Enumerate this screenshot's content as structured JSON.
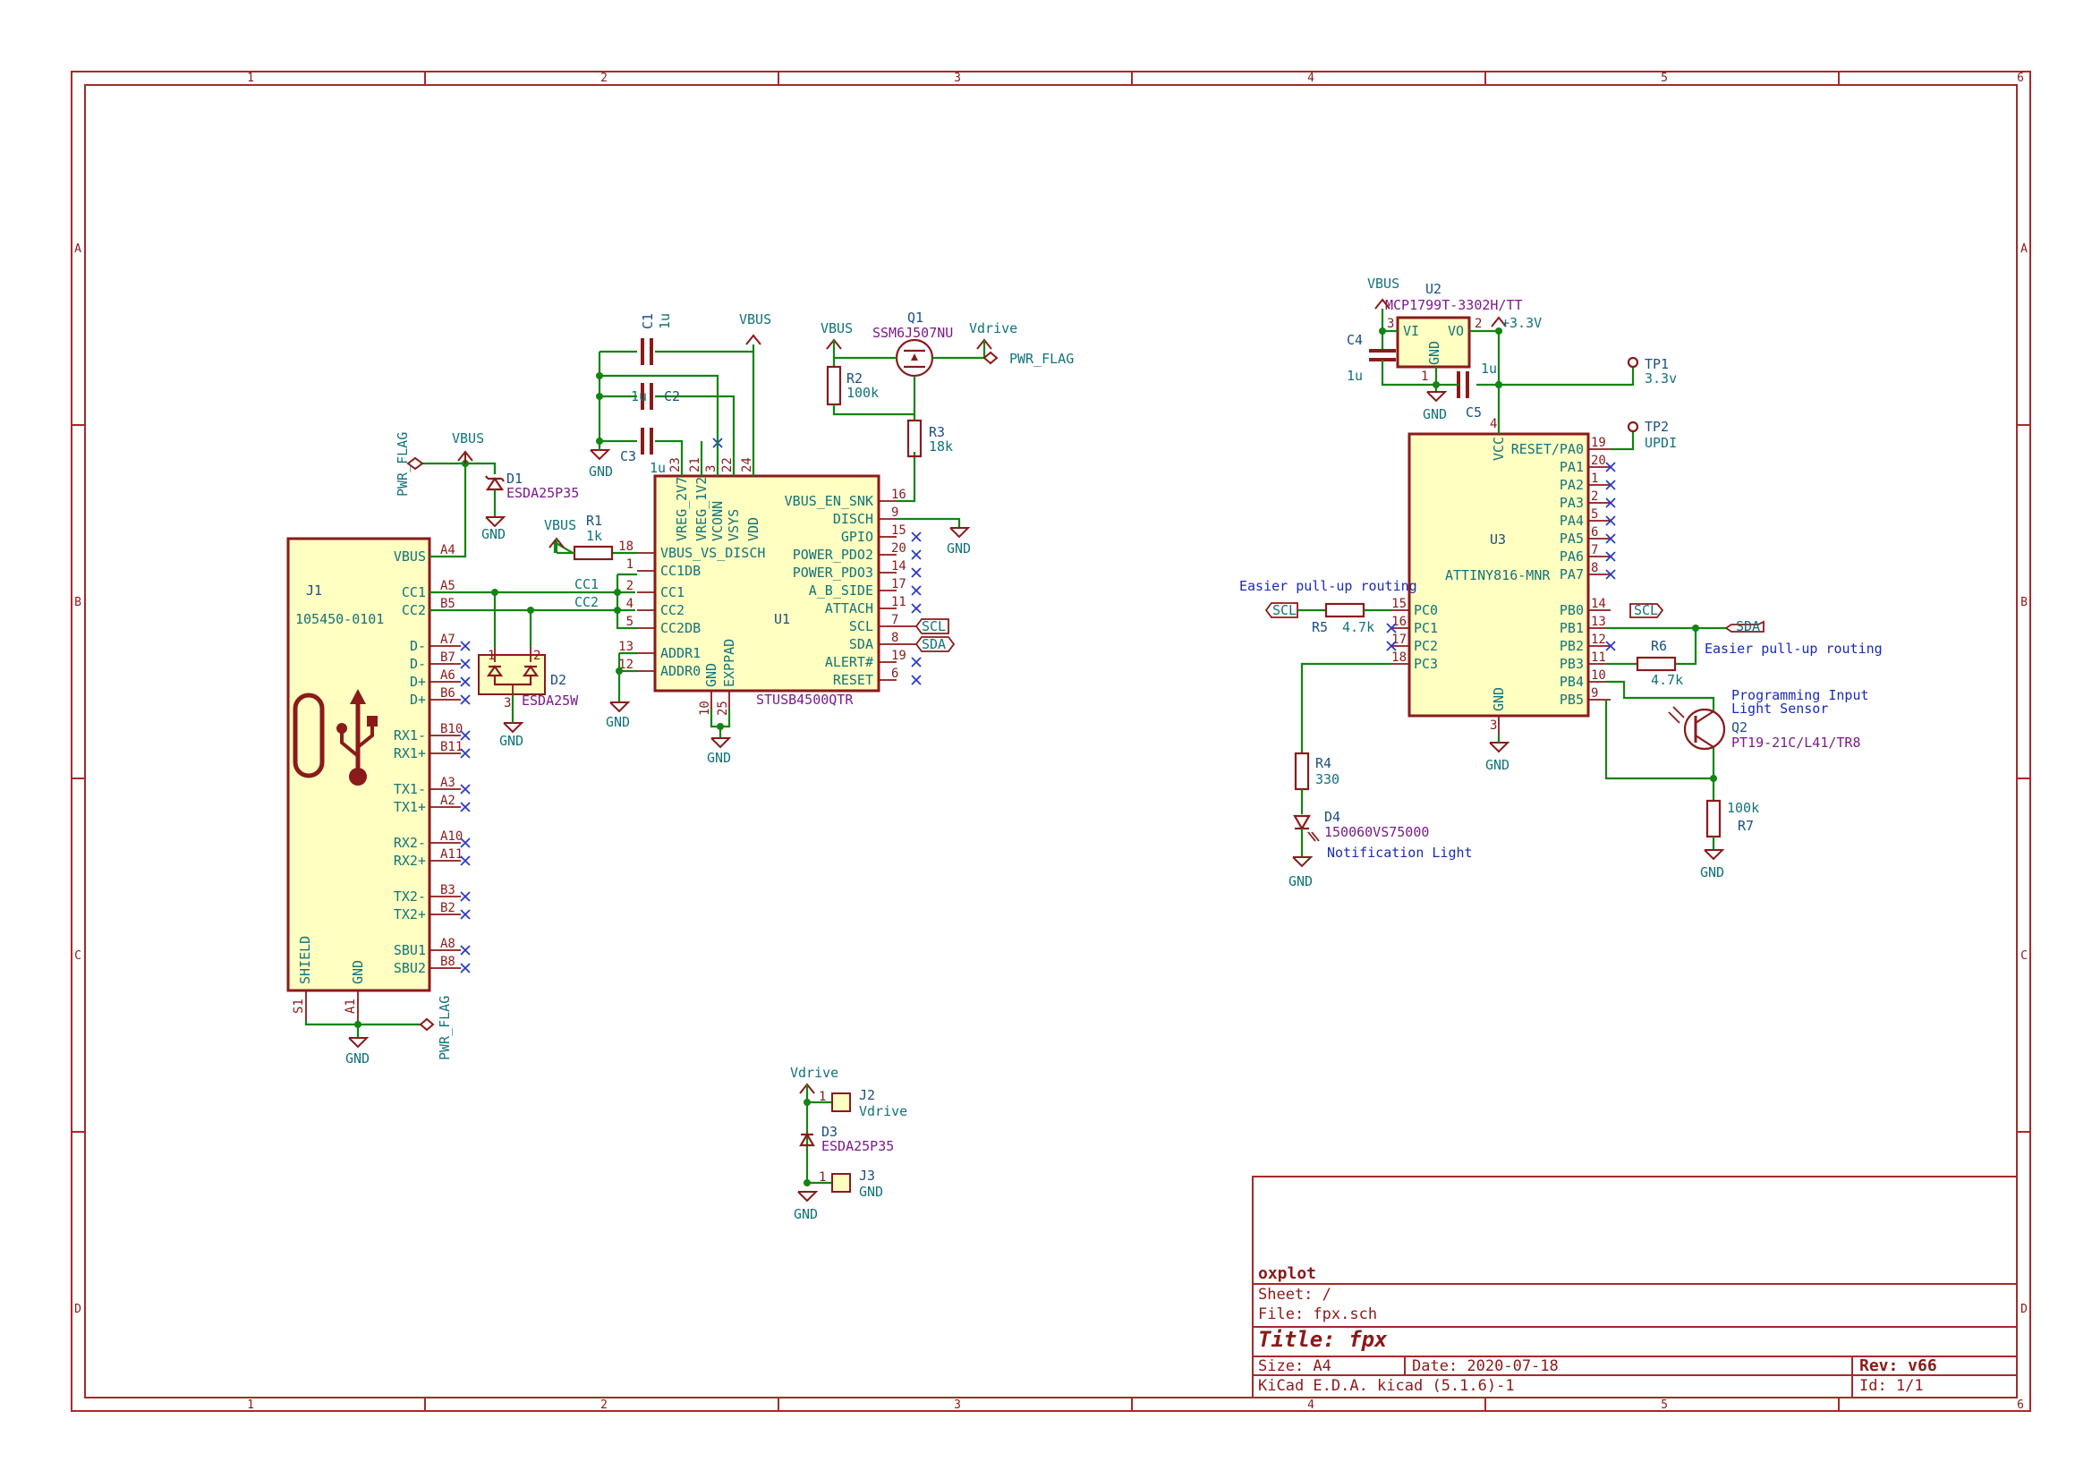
{
  "frame": {
    "columns": [
      "1",
      "2",
      "3",
      "4",
      "5",
      "6"
    ],
    "rows": [
      "A",
      "B",
      "C",
      "D"
    ]
  },
  "title_block": {
    "company": "oxplot",
    "sheet": "Sheet: /",
    "file": "File: fpx.sch",
    "title": "Title: fpx",
    "size": "Size: A4",
    "date": "Date: 2020-07-18",
    "rev": "Rev: v66",
    "tool": "KiCad E.D.A.  kicad (5.1.6)-1",
    "id": "Id: 1/1"
  },
  "power": {
    "vbus": "VBUS",
    "gnd": "GND",
    "vdrive": "Vdrive",
    "v33": "+3.3V",
    "pwr_flag": "PWR_FLAG"
  },
  "nets": {
    "cc1": "CC1",
    "cc2": "CC2",
    "scl": "SCL",
    "sda": "SDA"
  },
  "components": {
    "J1": {
      "ref": "J1",
      "value": "105450-0101",
      "pins_left": [
        {
          "name": "VBUS",
          "num": "A4"
        },
        {
          "name": "CC1",
          "num": "A5"
        },
        {
          "name": "CC2",
          "num": "B5"
        },
        {
          "name": "D-",
          "num": "A7"
        },
        {
          "name": "D-",
          "num": "B7"
        },
        {
          "name": "D+",
          "num": "A6"
        },
        {
          "name": "D+",
          "num": "B6"
        },
        {
          "name": "RX1-",
          "num": "B10"
        },
        {
          "name": "RX1+",
          "num": "B11"
        },
        {
          "name": "TX1-",
          "num": "A3"
        },
        {
          "name": "TX1+",
          "num": "A2"
        },
        {
          "name": "RX2-",
          "num": "A10"
        },
        {
          "name": "RX2+",
          "num": "A11"
        },
        {
          "name": "TX2-",
          "num": "B3"
        },
        {
          "name": "TX2+",
          "num": "B2"
        },
        {
          "name": "SBU1",
          "num": "A8"
        },
        {
          "name": "SBU2",
          "num": "B8"
        }
      ],
      "shield": "SHIELD",
      "gnd": "GND",
      "s1": "S1",
      "a1": "A1"
    },
    "D1": {
      "ref": "D1",
      "value": "ESDA25P35"
    },
    "D2": {
      "ref": "D2",
      "value": "ESDA25W",
      "pins": [
        "1",
        "2",
        "3"
      ]
    },
    "D3": {
      "ref": "D3",
      "value": "ESDA25P35"
    },
    "D4": {
      "ref": "D4",
      "value": "150060VS75000",
      "note": "Notification Light"
    },
    "R1": {
      "ref": "R1",
      "value": "1k"
    },
    "R2": {
      "ref": "R2",
      "value": "100k"
    },
    "R3": {
      "ref": "R3",
      "value": "18k"
    },
    "R4": {
      "ref": "R4",
      "value": "330"
    },
    "R5": {
      "ref": "R5",
      "value": "4.7k"
    },
    "R6": {
      "ref": "R6",
      "value": "4.7k"
    },
    "R7": {
      "ref": "R7",
      "value": "100k"
    },
    "C1": {
      "ref": "C1",
      "value": "1u"
    },
    "C2": {
      "ref": "C2",
      "value": "1u"
    },
    "C3": {
      "ref": "C3",
      "value": "1u"
    },
    "C4": {
      "ref": "C4",
      "value": "1u"
    },
    "C5": {
      "ref": "C5",
      "value": "1u"
    },
    "Q1": {
      "ref": "Q1",
      "value": "SSM6J507NU"
    },
    "Q2": {
      "ref": "Q2",
      "value": "PT19-21C/L41/TR8",
      "note1": "Programming Input",
      "note2": "Light Sensor"
    },
    "U1": {
      "ref": "U1",
      "value": "STUSB4500QTR",
      "top_pins": [
        {
          "name": "VREG_2V7",
          "num": "23"
        },
        {
          "name": "VREG_1V2",
          "num": "21"
        },
        {
          "name": "VCONN",
          "num": "3"
        },
        {
          "name": "VSYS",
          "num": "22"
        },
        {
          "name": "VDD",
          "num": "24"
        }
      ],
      "left_pins": [
        {
          "name": "VBUS_VS_DISCH",
          "num": "18"
        },
        {
          "name": "CC1DB",
          "num": "1"
        },
        {
          "name": "CC1",
          "num": "2"
        },
        {
          "name": "CC2",
          "num": "4"
        },
        {
          "name": "CC2DB",
          "num": "5"
        },
        {
          "name": "ADDR1",
          "num": "13"
        },
        {
          "name": "ADDR0",
          "num": "12"
        }
      ],
      "right_pins": [
        {
          "name": "VBUS_EN_SNK",
          "num": "16"
        },
        {
          "name": "DISCH",
          "num": "9"
        },
        {
          "name": "GPIO",
          "num": "15"
        },
        {
          "name": "POWER_PDO2",
          "num": "20"
        },
        {
          "name": "POWER_PDO3",
          "num": "14"
        },
        {
          "name": "A_B_SIDE",
          "num": "17"
        },
        {
          "name": "ATTACH",
          "num": "11"
        },
        {
          "name": "SCL",
          "num": "7"
        },
        {
          "name": "SDA",
          "num": "8"
        },
        {
          "name": "ALERT#",
          "num": "19"
        },
        {
          "name": "RESET",
          "num": "6"
        }
      ],
      "bottom_pins": [
        {
          "name": "GND",
          "num": "10"
        },
        {
          "name": "EXPPAD",
          "num": "25"
        }
      ]
    },
    "U2": {
      "ref": "U2",
      "value": "MCP1799T-3302H/TT",
      "vi": "VI",
      "vo": "VO",
      "gnd": "GND",
      "pin_vi": "3",
      "pin_vo": "2",
      "pin_gnd": "1"
    },
    "U3": {
      "ref": "U3",
      "value": "ATTINY816-MNR",
      "vcc": "VCC",
      "gnd": "GND",
      "pin_vcc": "4",
      "pin_gnd": "3",
      "right_pins": [
        {
          "name": "RESET/PA0",
          "num": "19"
        },
        {
          "name": "PA1",
          "num": "20"
        },
        {
          "name": "PA2",
          "num": "1"
        },
        {
          "name": "PA3",
          "num": "2"
        },
        {
          "name": "PA4",
          "num": "5"
        },
        {
          "name": "PA5",
          "num": "6"
        },
        {
          "name": "PA6",
          "num": "7"
        },
        {
          "name": "PA7",
          "num": "8"
        },
        {
          "name": "PB0",
          "num": "14"
        },
        {
          "name": "PB1",
          "num": "13"
        },
        {
          "name": "PB2",
          "num": "12"
        },
        {
          "name": "PB3",
          "num": "11"
        },
        {
          "name": "PB4",
          "num": "10"
        },
        {
          "name": "PB5",
          "num": "9"
        }
      ],
      "left_pins": [
        {
          "name": "PC0",
          "num": "15"
        },
        {
          "name": "PC1",
          "num": "16"
        },
        {
          "name": "PC2",
          "num": "17"
        },
        {
          "name": "PC3",
          "num": "18"
        }
      ]
    },
    "TP1": {
      "ref": "TP1",
      "value": "3.3v"
    },
    "TP2": {
      "ref": "TP2",
      "value": "UPDI"
    },
    "J2": {
      "ref": "J2",
      "value": "Vdrive",
      "pin": "1"
    },
    "J3": {
      "ref": "J3",
      "value": "GND",
      "pin": "1"
    }
  },
  "notes": {
    "pullup_left": "Easier pull-up routing",
    "pullup_right": "Easier pull-up routing"
  }
}
